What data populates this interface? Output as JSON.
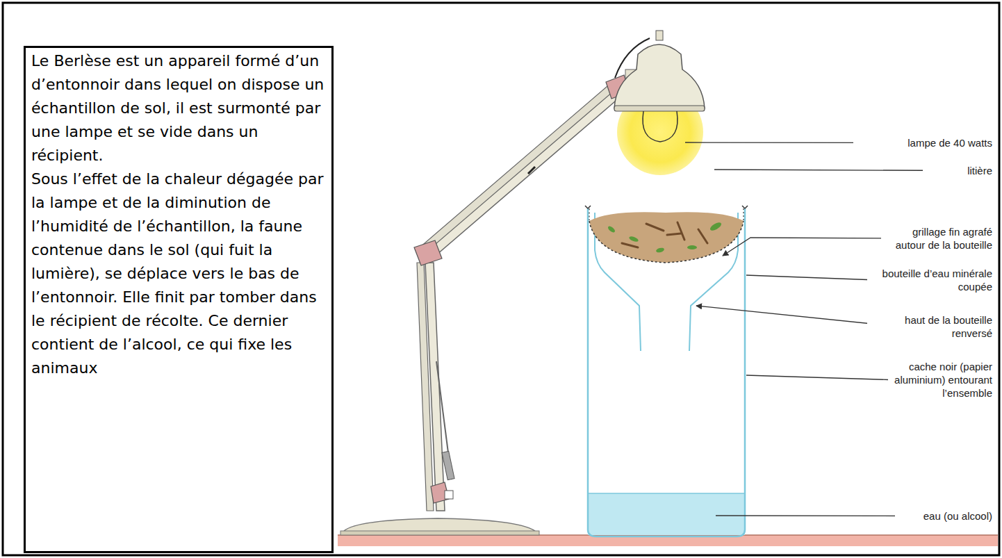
{
  "diagram": {
    "nodes": [
      {
        "text": [
          "Le Berlèse est un appareil formé d’un d’entonnoir dans lequel on dispose un échantillon de sol, il est surmonté par une lampe et se vide dans un récipient.",
          "Sous l’effet de la chaleur dégagée par la lampe et de la diminution de l’humidité de l’échantillon, la faune contenue dans le sol (qui fuit la lumière), se déplace vers le bas de l’entonnoir. Elle finit par tomber dans le récipient de récolte. Ce dernier contient de l’alcool, ce qui fixe les animaux"
        ]
      }
    ],
    "labels": [
      "lampe de 40 watts",
      "litière",
      "grillage fin agrafé autour de la bouteille",
      "bouteille d’eau minérale coupée",
      "haut de la bouteille renversé",
      "cache noir (papier aluminium) entourant l’ensemble",
      "eau (ou alcool)"
    ]
  }
}
